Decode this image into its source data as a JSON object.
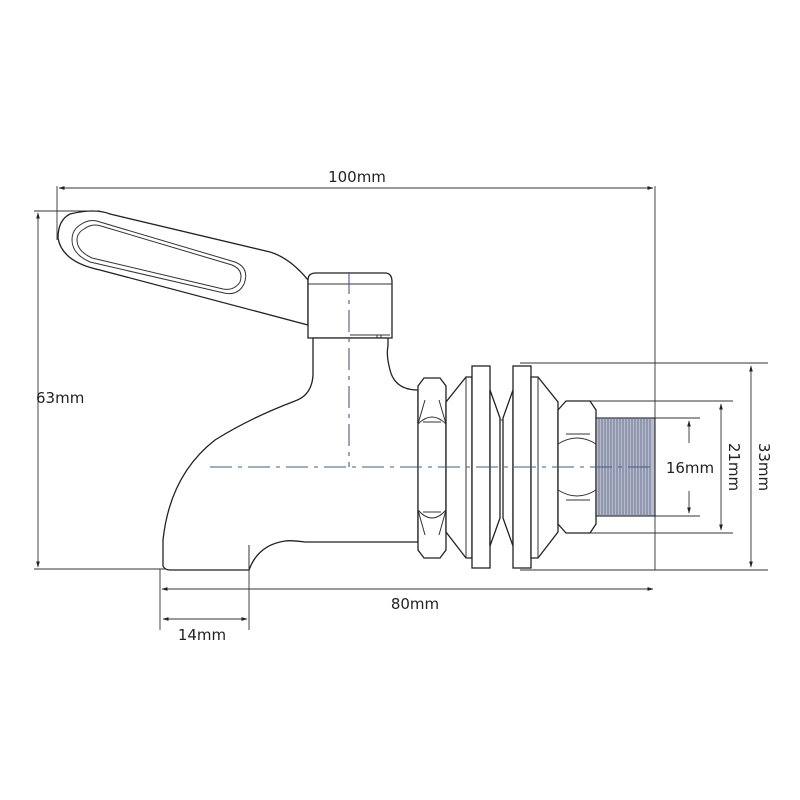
{
  "drawing": {
    "subject": "beverage dispenser spigot / tap",
    "dimensions": {
      "overall_length": "100mm",
      "overall_height": "63mm",
      "body_length": "80mm",
      "spout_width": "14mm",
      "flange_diameter": "33mm",
      "nut_diameter": "21mm",
      "thread_diameter": "16mm"
    },
    "colors": {
      "line": "#222222",
      "centerline": "#4a5a80",
      "thread_fill": "#8a90a8",
      "background": "#ffffff"
    }
  }
}
